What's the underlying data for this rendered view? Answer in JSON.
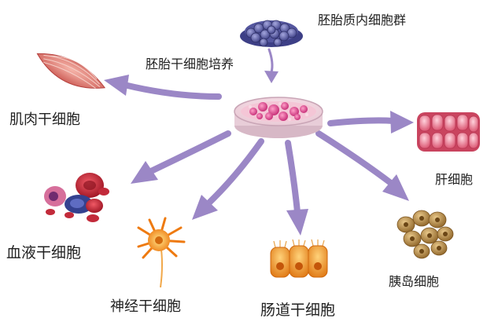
{
  "labels": {
    "source": "胚胎质内细胞群",
    "culture": "胚胎干细胞培养",
    "muscle": "肌肉干细胞",
    "liver": "肝细胞",
    "blood": "血液干细胞",
    "nerve": "神经干细胞",
    "intestine": "肠道干细胞",
    "pancreas": "胰岛细胞"
  },
  "colors": {
    "arrow": "#9b87c6",
    "source_mass": "#4a4a8e",
    "dish_cells": "#e0579a",
    "muscle": "#d6605c",
    "liver": "#e47a8e",
    "blood_red": "#c22a3a",
    "blood_blue": "#34418f",
    "nerve": "#f28a1f",
    "intestine": "#f0a040",
    "pancreas": "#b8873c"
  },
  "icons": {
    "source": "inner-cell-mass-icon",
    "dish": "petri-dish-icon",
    "muscle": "muscle-fiber-icon",
    "liver": "liver-cells-icon",
    "blood": "blood-cells-icon",
    "nerve": "neuron-icon",
    "intestine": "intestinal-cells-icon",
    "pancreas": "islet-cells-icon"
  }
}
